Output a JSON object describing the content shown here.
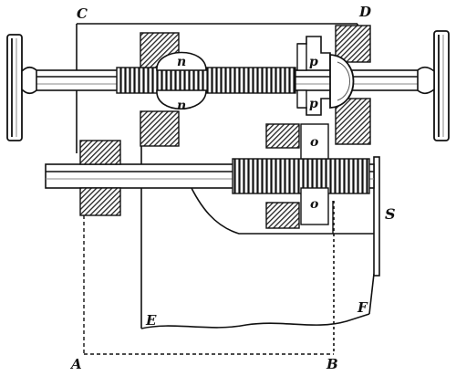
{
  "labels": {
    "A": "A",
    "B": "B",
    "C": "C",
    "D": "D",
    "E": "E",
    "F": "F",
    "S": "S",
    "n_top": "n",
    "n_bottom": "n",
    "p_top": "p",
    "p_bottom": "p",
    "o_top": "o",
    "o_bottom": "o"
  },
  "colors": {
    "ink": "#111111",
    "hatch": "#555555",
    "paper": "#ffffff"
  }
}
